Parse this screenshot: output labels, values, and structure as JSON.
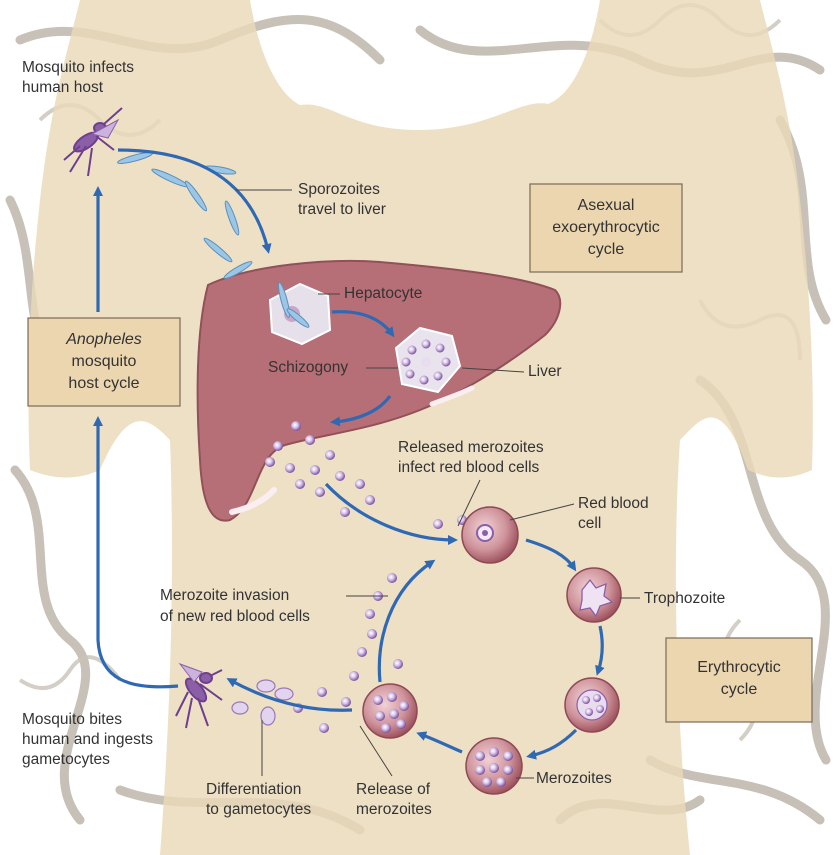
{
  "colors": {
    "skin": "#ead9b8",
    "background_pattern": "#b9b2a6",
    "liver": "#b46a73",
    "cell": "#c98d95",
    "merozoite": "#8a5fa8",
    "arrow": "#2f69b3",
    "sporozoite": "#9cc6e6",
    "box": "#ecd6b0"
  },
  "icons": {
    "top_mosquito": "mosquito-icon",
    "bottom_mosquito": "mosquito-icon"
  },
  "labels": {
    "mosquito_infects_1": "Mosquito infects",
    "mosquito_infects_2": "human host",
    "sporozoites_1": "Sporozoites",
    "sporozoites_2": "travel to liver",
    "hepatocyte": "Hepatocyte",
    "schizogony": "Schizogony",
    "liver": "Liver",
    "released_1": "Released merozoites",
    "released_2": "infect red blood cells",
    "rbc_1": "Red blood",
    "rbc_2": "cell",
    "trophozoite": "Trophozoite",
    "merozoites": "Merozoites",
    "invasion_1": "Merozoite invasion",
    "invasion_2": "of new red blood cells",
    "bites_1": "Mosquito bites",
    "bites_2": "human and ingests",
    "bites_3": "gametocytes",
    "differentiation_1": "Differentiation",
    "differentiation_2": "to gametocytes",
    "release_1": "Release of",
    "release_2": "merozoites"
  },
  "boxes": {
    "asexual_1": "Asexual",
    "asexual_2": "exoerythrocytic",
    "asexual_3": "cycle",
    "anopheles_1": "Anopheles",
    "anopheles_2": "mosquito",
    "anopheles_3": "host cycle",
    "erythrocytic_1": "Erythrocytic",
    "erythrocytic_2": "cycle"
  }
}
